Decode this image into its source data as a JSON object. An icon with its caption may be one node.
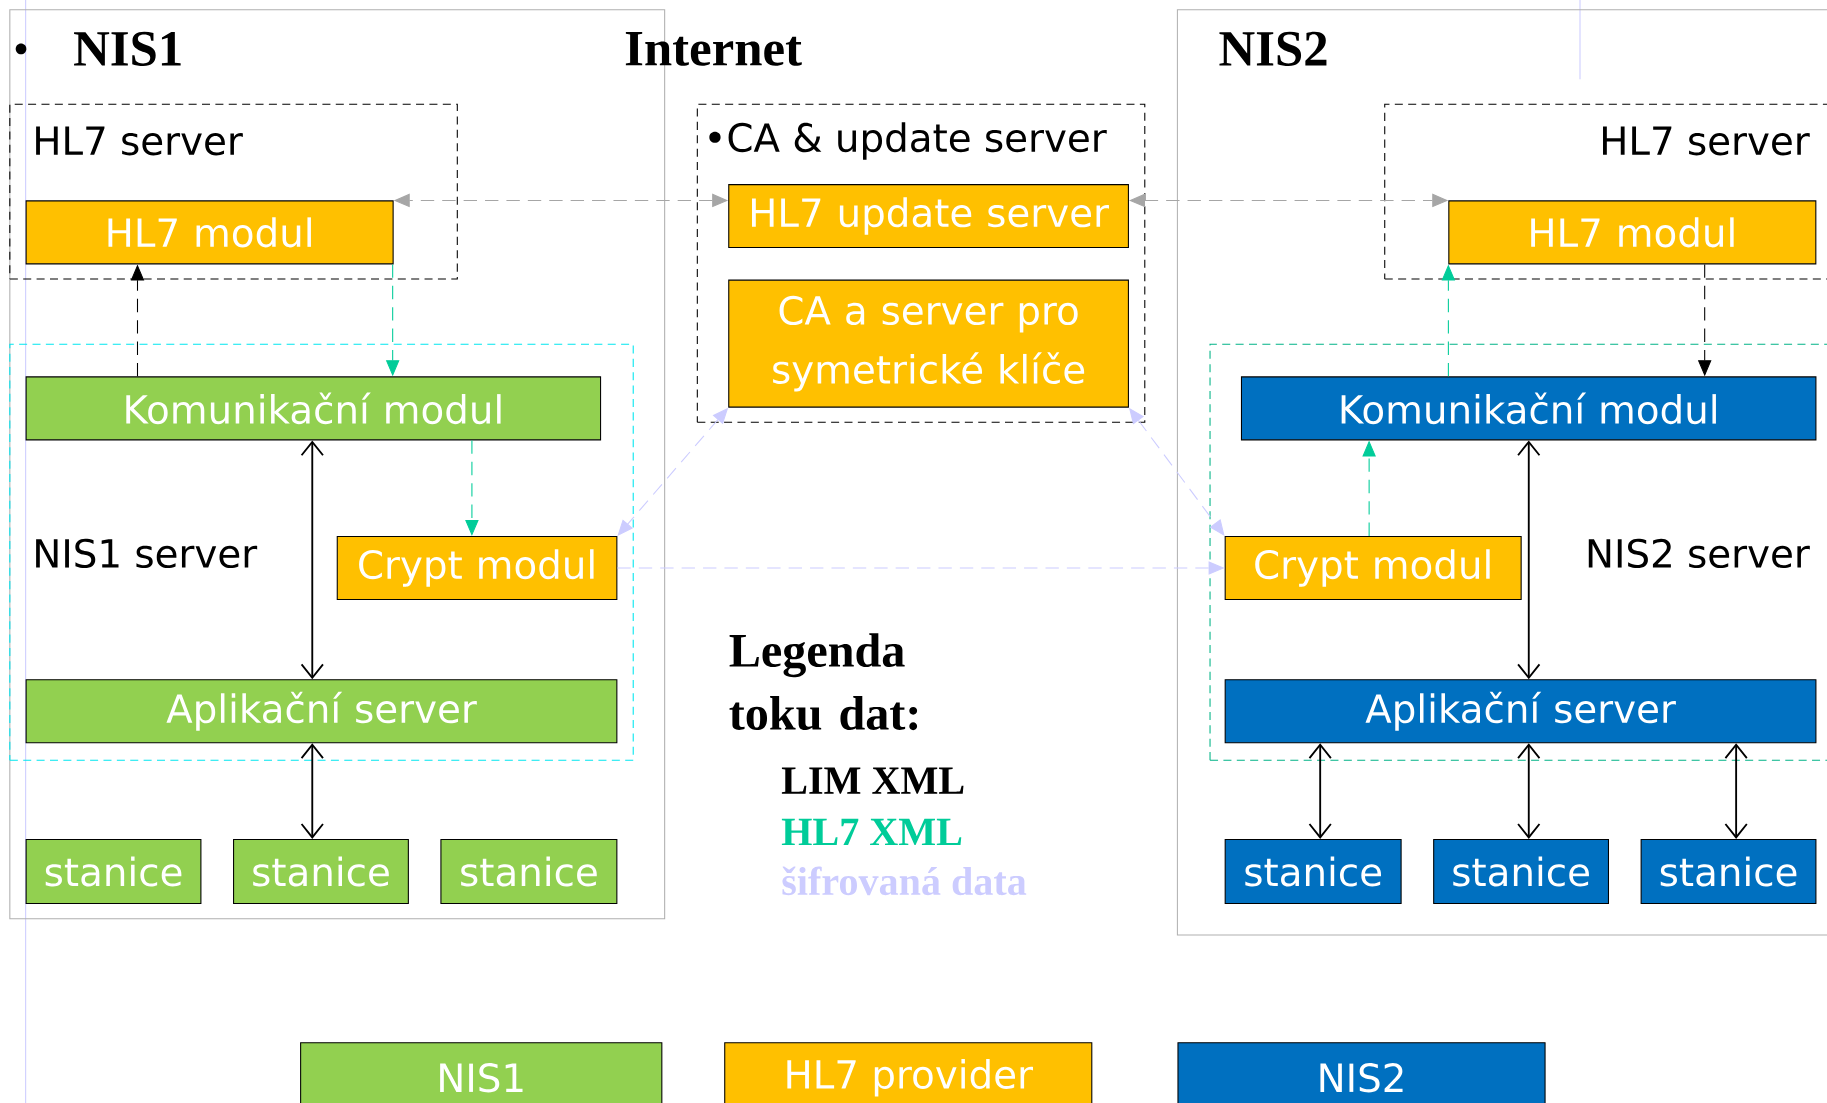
{
  "diagram": {
    "nodes": [
      {
        "text": [
          "NIS1"
        ]
      },
      {
        "text": [
          "HL7 server"
        ],
        "in": 0
      },
      {
        "text": [
          "HL7 modul"
        ],
        "in": 1
      },
      {
        "text": [
          "NIS1 server"
        ],
        "in": 0
      },
      {
        "text": [
          "Komunikační modul"
        ],
        "in": 3
      },
      {
        "text": [
          "Crypt modul"
        ],
        "in": 3
      },
      {
        "text": [
          "Aplikační server"
        ],
        "in": 3
      },
      {
        "text": [
          "stanice"
        ],
        "in": 0
      },
      {
        "text": [
          "stanice"
        ],
        "in": 0
      },
      {
        "text": [
          "stanice"
        ],
        "in": 0
      },
      {
        "text": [
          "•CA & update server"
        ]
      },
      {
        "text": [
          "HL7 update server"
        ],
        "in": 10
      },
      {
        "text": [
          "CA a server pro symetrické klíče"
        ],
        "in": 10
      },
      {
        "text": [
          "NIS2"
        ]
      },
      {
        "text": [
          "HL7 server"
        ],
        "in": 13
      },
      {
        "text": [
          "HL7 modul"
        ],
        "in": 14
      },
      {
        "text": [
          "NIS2 server"
        ],
        "in": 13
      },
      {
        "text": [
          "Komunikační modul"
        ],
        "in": 16
      },
      {
        "text": [
          "Crypt modul"
        ],
        "in": 16
      },
      {
        "text": [
          "Aplikační server"
        ],
        "in": 16
      },
      {
        "text": [
          "stanice"
        ],
        "in": 13
      },
      {
        "text": [
          "stanice"
        ],
        "in": 13
      },
      {
        "text": [
          "stanice"
        ],
        "in": 13
      }
    ],
    "edges": [
      {
        "from": 4,
        "to": 2,
        "arrow": "to",
        "style": "dashed"
      },
      {
        "from": 2,
        "to": 4,
        "arrow": "to",
        "style": "dashed",
        "color": "#00cc99"
      },
      {
        "from": 4,
        "to": 6,
        "arrow": "both"
      },
      {
        "from": 4,
        "to": 5,
        "arrow": "to",
        "style": "dashed",
        "color": "#00cc99"
      },
      {
        "from": 6,
        "to": 8,
        "arrow": "both"
      },
      {
        "from": 11,
        "to": 2,
        "arrow": "both",
        "style": "dashed",
        "color": "#a6a6a6"
      },
      {
        "from": 11,
        "to": 15,
        "arrow": "both",
        "style": "dashed",
        "color": "#a6a6a6"
      },
      {
        "from": 12,
        "to": 5,
        "arrow": "both",
        "style": "dashed",
        "color": "#ccccff"
      },
      {
        "from": 12,
        "to": 18,
        "arrow": "both",
        "style": "dashed",
        "color": "#ccccff"
      },
      {
        "from": 5,
        "to": 18,
        "arrow": "to",
        "style": "dashed",
        "color": "#ccccff"
      },
      {
        "from": 17,
        "to": 15,
        "arrow": "to",
        "style": "dashed",
        "color": "#00cc99"
      },
      {
        "from": 15,
        "to": 17,
        "arrow": "to",
        "style": "dashed"
      },
      {
        "from": 18,
        "to": 17,
        "arrow": "to",
        "style": "dashed",
        "color": "#00cc99"
      },
      {
        "from": 17,
        "to": 19,
        "arrow": "both"
      },
      {
        "from": 19,
        "to": 20,
        "arrow": "both"
      },
      {
        "from": 19,
        "to": 21,
        "arrow": "both"
      },
      {
        "from": 19,
        "to": 22,
        "arrow": "both"
      }
    ],
    "labels": [
      "Internet",
      "Legenda toku dat:"
    ],
    "legend": [
      {
        "text": "LIM XML",
        "color": "#000000"
      },
      {
        "text": "HL7 XML",
        "color": "#00cc99"
      },
      {
        "text": "šifrovaná data",
        "color": "#ccccff"
      },
      {
        "text": "NIS1",
        "color": "#92d050"
      },
      {
        "text": "HL7 provider",
        "color": "#ffc000"
      },
      {
        "text": "NIS2",
        "color": "#0070c0"
      }
    ]
  }
}
